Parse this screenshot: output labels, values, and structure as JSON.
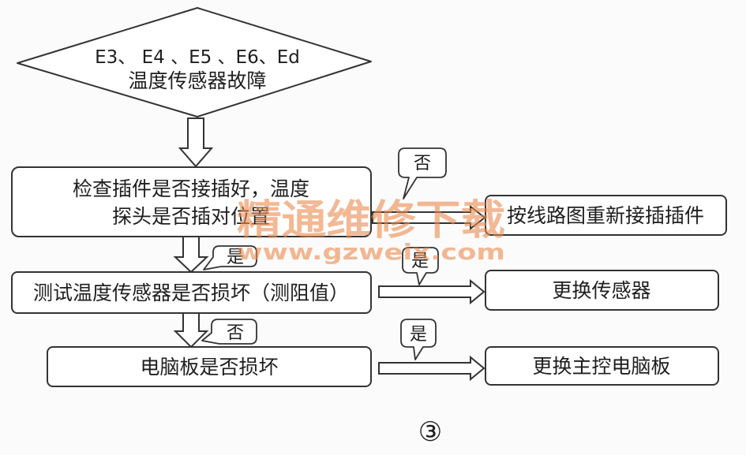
{
  "colors": {
    "stroke": "#333333",
    "background": "#fbfbfb",
    "watermark": "#ec8a4e"
  },
  "nodes": {
    "start": {
      "line1": "E3、 E4 、E5 、E6、Ed",
      "line2": "温度传感器故障"
    },
    "check_connectors": {
      "line1": "检查插件是否接插好，温度",
      "line2": "探头是否插对位置"
    },
    "reconnect": "按线路图重新接插插件",
    "test_sensor": "测试温度传感器是否损坏（测阻值）",
    "replace_sensor": "更换传感器",
    "check_board": "电脑板是否损坏",
    "replace_board": "更换主控电脑板"
  },
  "edge_labels": {
    "check_to_reconnect": "否",
    "check_to_test": "是",
    "test_to_replace_sensor": "是",
    "test_to_board": "否",
    "board_to_replace": "是"
  },
  "figure_number": "③",
  "watermark": {
    "brand": "精通维修下载",
    "url": "www.gzweix.com"
  }
}
